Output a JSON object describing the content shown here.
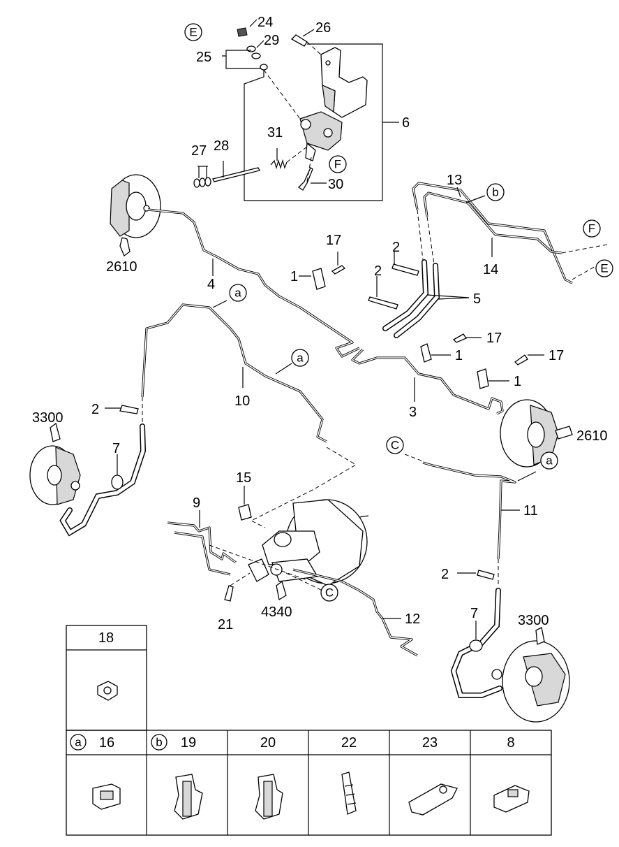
{
  "callouts": {
    "c24": "24",
    "c29": "29",
    "c25": "25",
    "c26": "26",
    "c6": "6",
    "c31": "31",
    "c27": "27",
    "c28": "28",
    "c30": "30",
    "c13": "13",
    "c14": "14",
    "c2610_left": "2610",
    "c4": "4",
    "c17_top": "17",
    "c1_top": "1",
    "c2_a": "2",
    "c2_b": "2",
    "c5": "5",
    "c17_mid": "17",
    "c1_mid": "1",
    "c17_right": "17",
    "c1_right": "1",
    "c10": "10",
    "c3": "3",
    "c3300_left": "3300",
    "c2_left": "2",
    "c7_left": "7",
    "c2610_right": "2610",
    "c15": "15",
    "c9": "9",
    "c11": "11",
    "c2_lower": "2",
    "c7_right": "7",
    "c3300_right": "3300",
    "c21": "21",
    "c4340": "4340",
    "c12": "12"
  },
  "markers": {
    "e_top": "E",
    "f_mid": "F",
    "b_top": "b",
    "f_right": "F",
    "e_right": "E",
    "a_mid": "a",
    "a_lower": "a",
    "c_left": "C",
    "a_right": "a",
    "c_bottom": "C"
  },
  "legend": {
    "top_box": {
      "label": "18"
    },
    "cells": [
      {
        "marker": "a",
        "label": "16"
      },
      {
        "marker": "b",
        "label": "19"
      },
      {
        "marker": "",
        "label": "20"
      },
      {
        "marker": "",
        "label": "22"
      },
      {
        "marker": "",
        "label": "23"
      },
      {
        "marker": "",
        "label": "8"
      }
    ]
  }
}
